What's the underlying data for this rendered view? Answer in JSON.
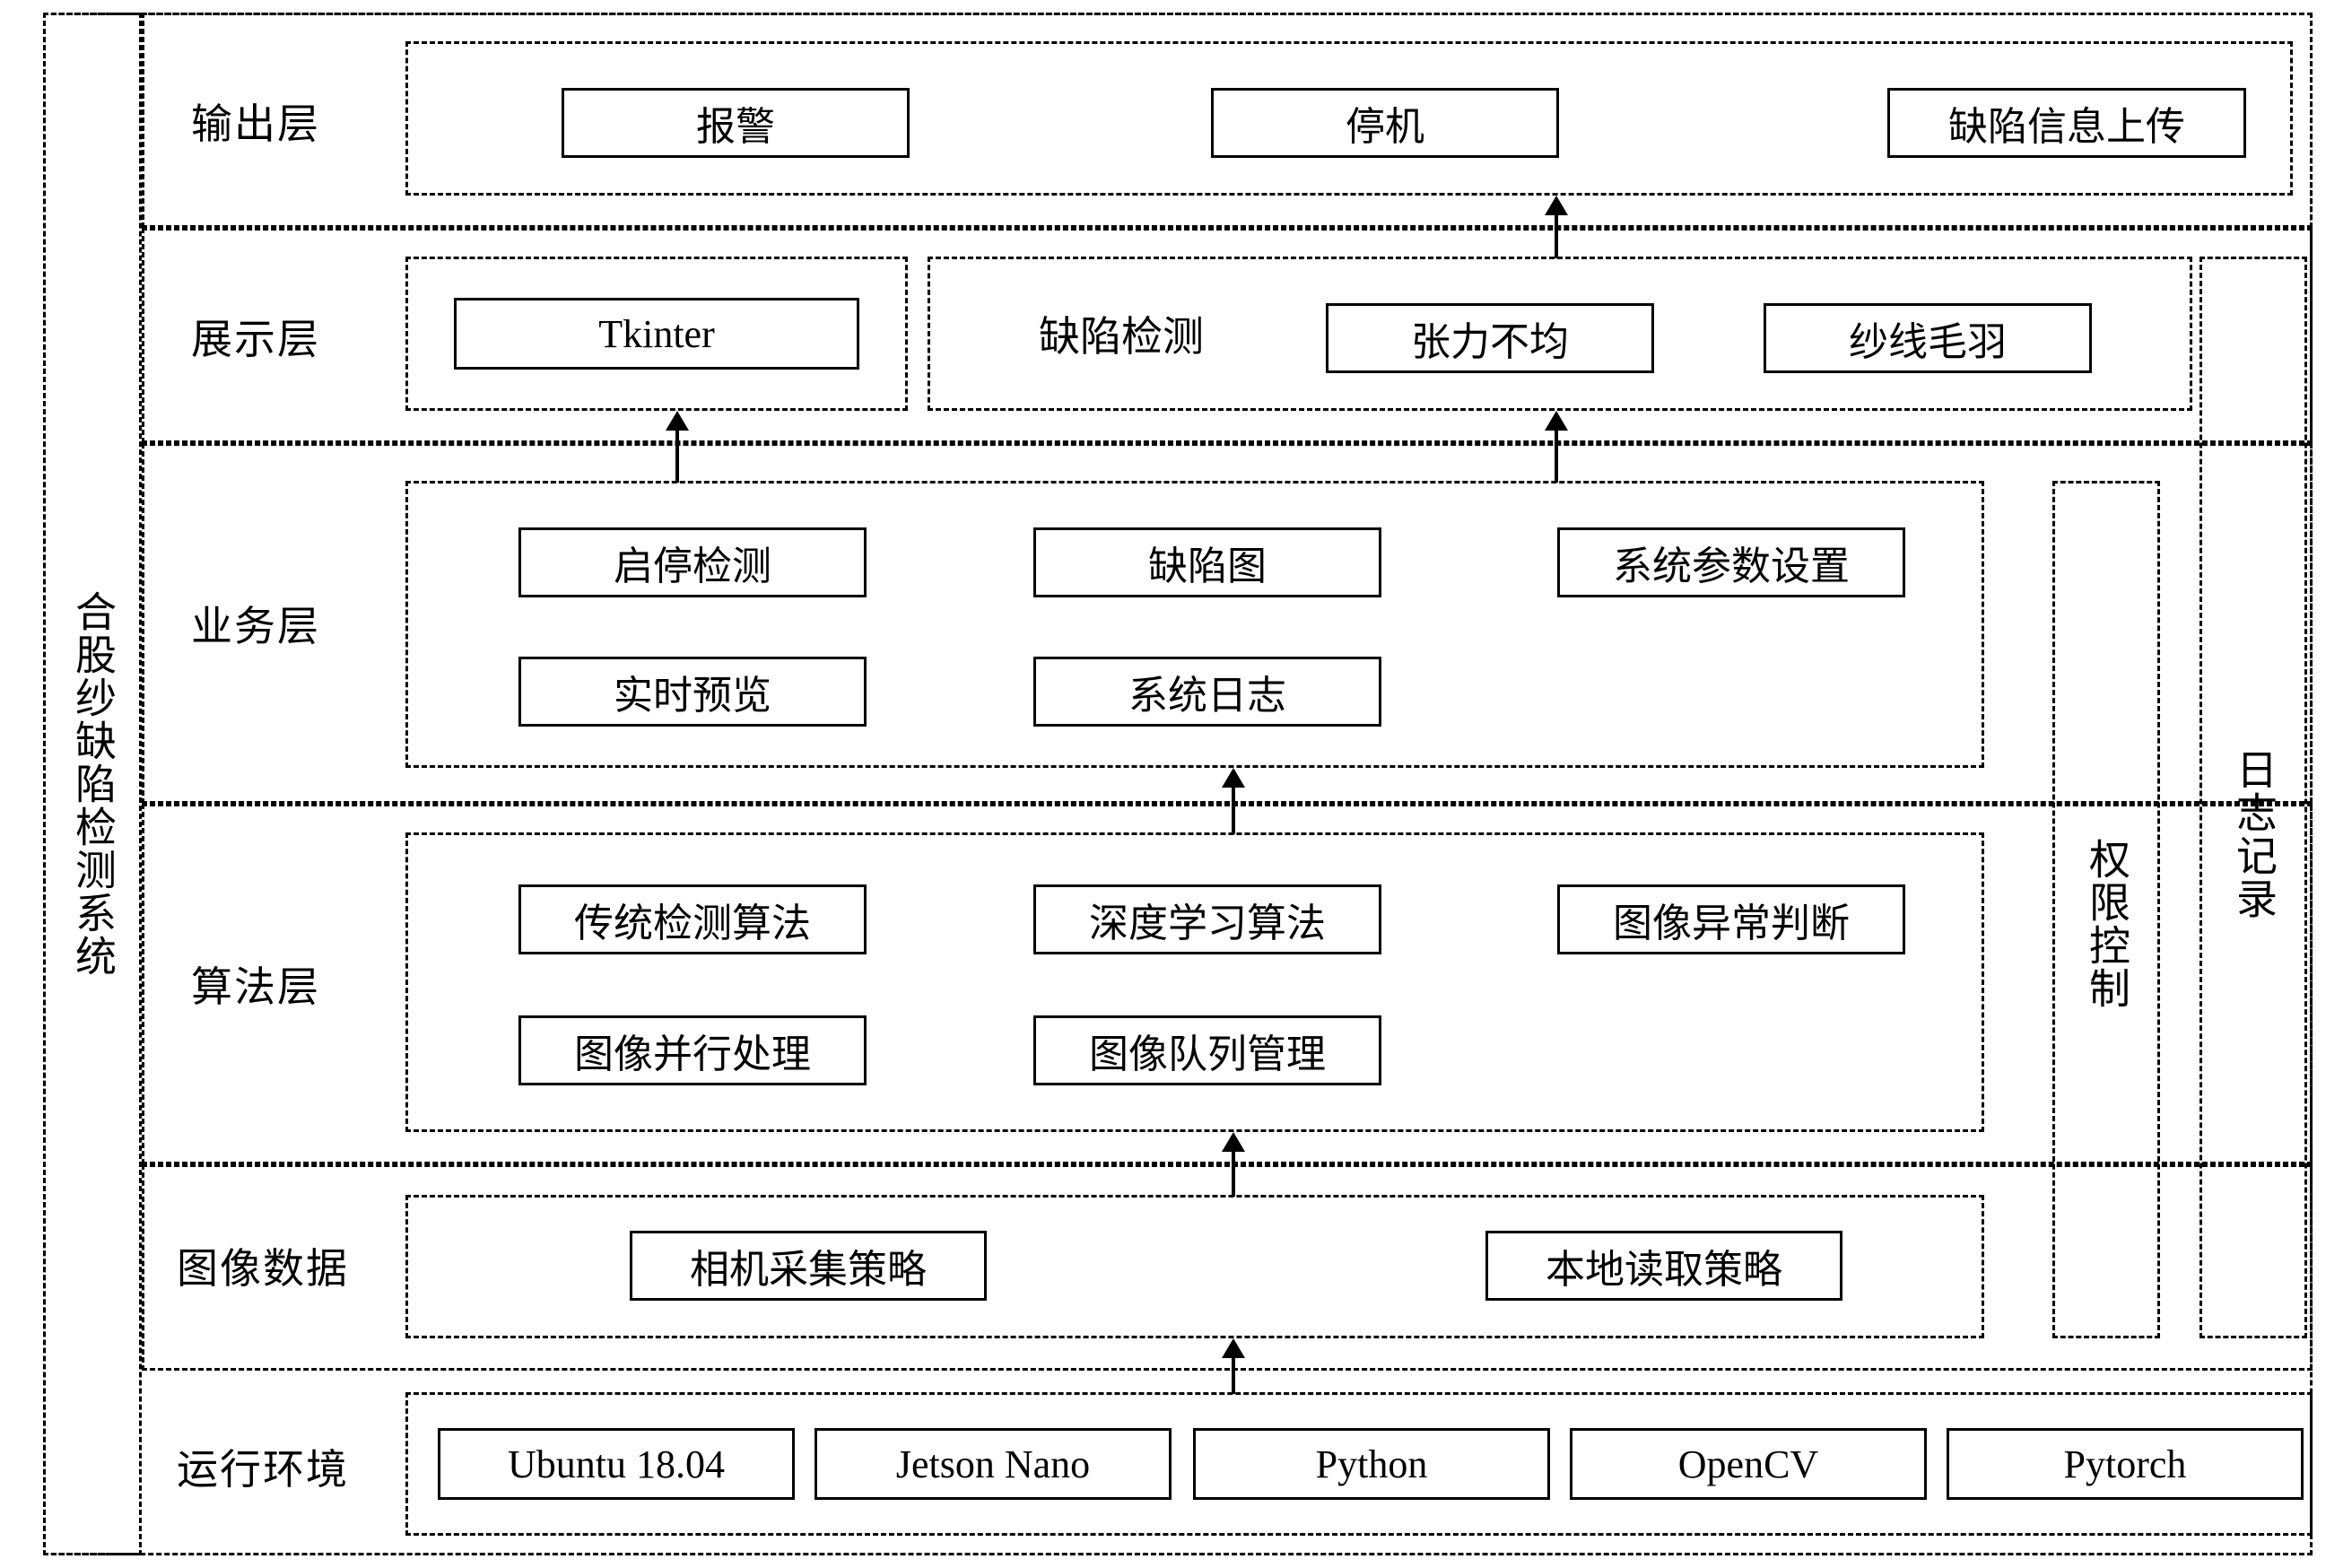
{
  "diagram": {
    "title_vertical": "合股纱缺陷检测系统",
    "side_right_top": "权限控制",
    "side_right_far": "日志记录",
    "layers": [
      {
        "name": "输出层",
        "items": [
          "报警",
          "停机",
          "缺陷信息上传"
        ]
      },
      {
        "name": "展示层",
        "items": [
          "Tkinter"
        ],
        "group_label": "缺陷检测",
        "group_items": [
          "张力不均",
          "纱线毛羽"
        ]
      },
      {
        "name": "业务层",
        "items": [
          "启停检测",
          "缺陷图",
          "系统参数设置",
          "实时预览",
          "系统日志"
        ]
      },
      {
        "name": "算法层",
        "items": [
          "传统检测算法",
          "深度学习算法",
          "图像异常判断",
          "图像并行处理",
          "图像队列管理"
        ]
      },
      {
        "name": "图像数据",
        "items": [
          "相机采集策略",
          "本地读取策略"
        ]
      },
      {
        "name": "运行环境",
        "items": [
          "Ubuntu 18.04",
          "Jetson Nano",
          "Python",
          "OpenCV",
          "Pytorch"
        ]
      }
    ]
  }
}
